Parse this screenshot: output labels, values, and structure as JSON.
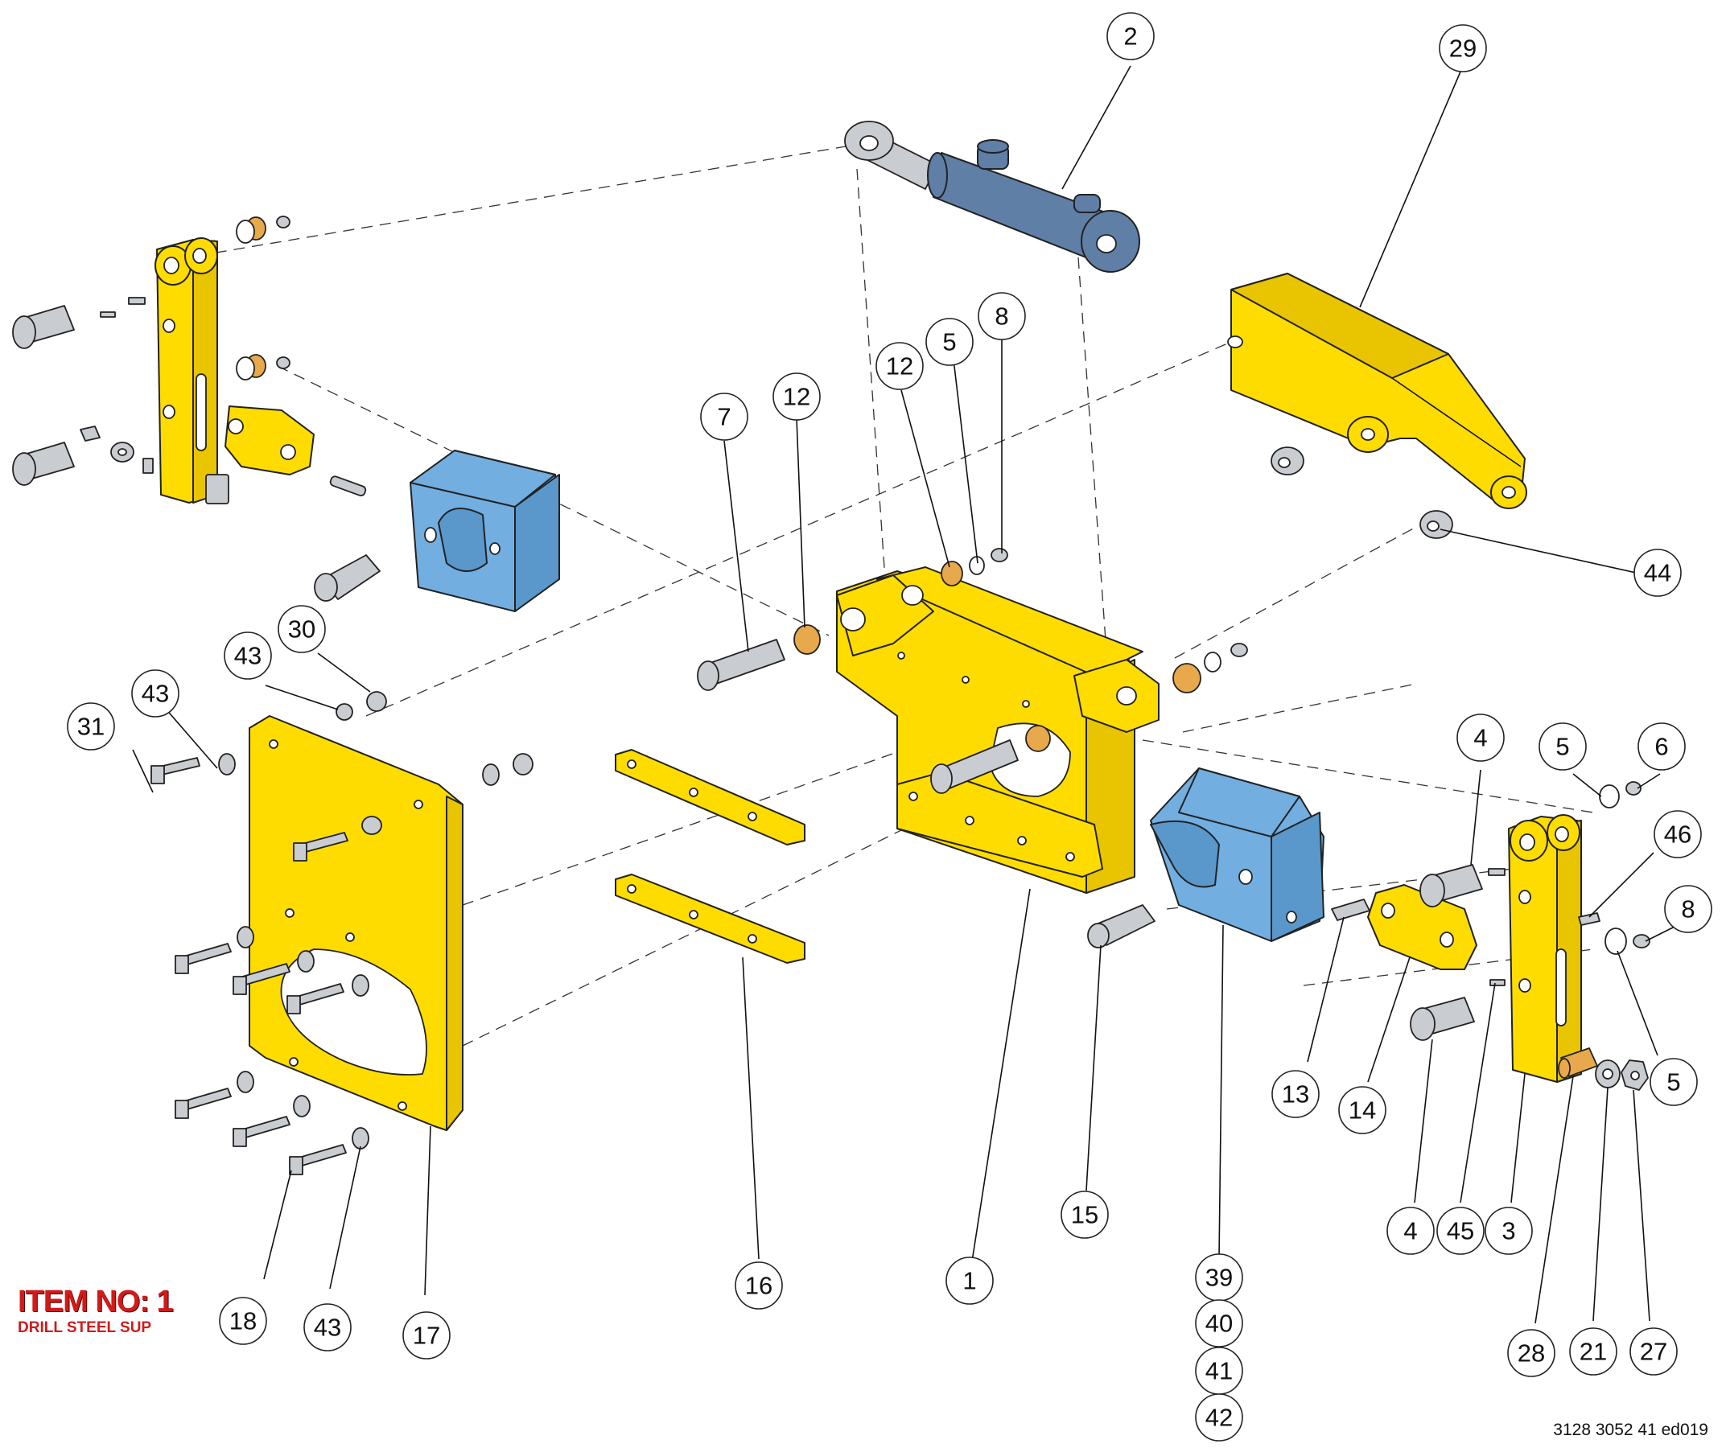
{
  "title": {
    "item_no": "ITEM NO: 1",
    "description": "DRILL STEEL SUP"
  },
  "document_code": "3128 3052 41 ed019",
  "callouts": [
    {
      "label": "2",
      "part": "hydraulic-cylinder"
    },
    {
      "label": "29",
      "part": "cover-bracket"
    },
    {
      "label": "8",
      "part": "grease-nipple"
    },
    {
      "label": "5",
      "part": "circlip"
    },
    {
      "label": "12",
      "part": "bushing"
    },
    {
      "label": "12",
      "part": "bushing"
    },
    {
      "label": "7",
      "part": "pin"
    },
    {
      "label": "44",
      "part": "spacer-bushing"
    },
    {
      "label": "30",
      "part": "nut"
    },
    {
      "label": "43",
      "part": "washer"
    },
    {
      "label": "43",
      "part": "washer"
    },
    {
      "label": "31",
      "part": "bolt"
    },
    {
      "label": "4",
      "part": "pin"
    },
    {
      "label": "5",
      "part": "circlip"
    },
    {
      "label": "6",
      "part": "grease-nipple"
    },
    {
      "label": "46",
      "part": "screw"
    },
    {
      "label": "8",
      "part": "grease-nipple"
    },
    {
      "label": "5",
      "part": "circlip"
    },
    {
      "label": "13",
      "part": "roll-pin"
    },
    {
      "label": "14",
      "part": "link-plate"
    },
    {
      "label": "15",
      "part": "pin"
    },
    {
      "label": "1",
      "part": "support-frame"
    },
    {
      "label": "16",
      "part": "guide-strip"
    },
    {
      "label": "17",
      "part": "mounting-plate"
    },
    {
      "label": "18",
      "part": "bolt"
    },
    {
      "label": "43",
      "part": "washer"
    },
    {
      "label": "39",
      "part": "jaw-block"
    },
    {
      "label": "40",
      "part": "jaw-block"
    },
    {
      "label": "41",
      "part": "jaw-block"
    },
    {
      "label": "42",
      "part": "jaw-block"
    },
    {
      "label": "4",
      "part": "pin"
    },
    {
      "label": "45",
      "part": "pin"
    },
    {
      "label": "3",
      "part": "arm"
    },
    {
      "label": "28",
      "part": "bushing"
    },
    {
      "label": "21",
      "part": "washer"
    },
    {
      "label": "27",
      "part": "nut"
    }
  ],
  "colors": {
    "structural": "#ffdc00",
    "jaw": "#72aee0",
    "cylinder": "#5f7fa6",
    "hardware": "#c9ccd0",
    "bushing": "#e8a94c",
    "title_red": "#d11a1a"
  }
}
